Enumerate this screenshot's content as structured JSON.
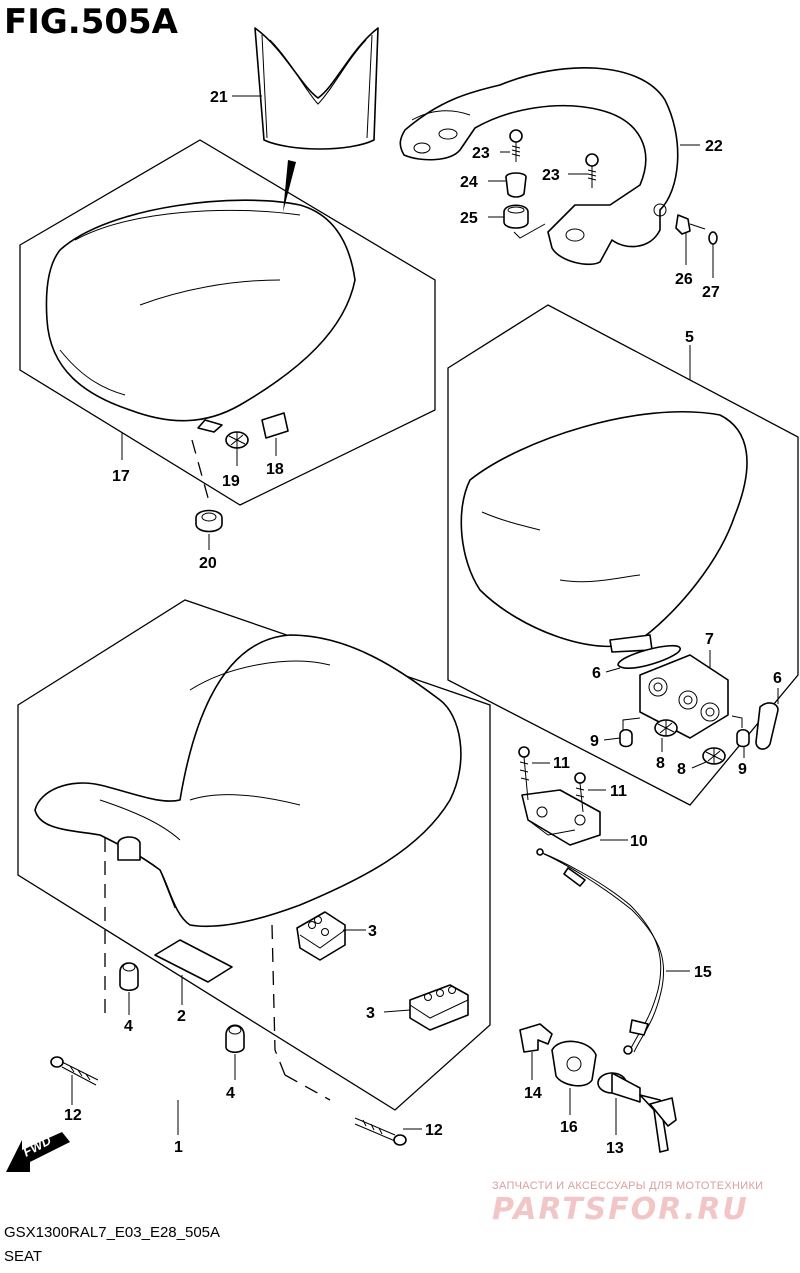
{
  "title": "FIG.505A",
  "footer": {
    "model_code": "GSX1300RAL7_E03_E28_505A",
    "section_name": "SEAT"
  },
  "watermark": {
    "line1": "ЗАПЧАСТИ И АКСЕССУАРЫ ДЛЯ МОТОТЕХНИКИ",
    "logo": "PARTSFOR.RU"
  },
  "direction_badge": "FWD",
  "callouts": {
    "c1": "1",
    "c2": "2",
    "c3a": "3",
    "c3b": "3",
    "c4a": "4",
    "c4b": "4",
    "c5": "5",
    "c6a": "6",
    "c6b": "6",
    "c7": "7",
    "c8a": "8",
    "c8b": "8",
    "c9a": "9",
    "c9b": "9",
    "c10": "10",
    "c11a": "11",
    "c11b": "11",
    "c12a": "12",
    "c12b": "12",
    "c13": "13",
    "c14": "14",
    "c15": "15",
    "c16": "16",
    "c17": "17",
    "c18": "18",
    "c19": "19",
    "c20": "20",
    "c21": "21",
    "c22": "22",
    "c23a": "23",
    "c23b": "23",
    "c24": "24",
    "c25": "25",
    "c26": "26",
    "c27": "27"
  }
}
